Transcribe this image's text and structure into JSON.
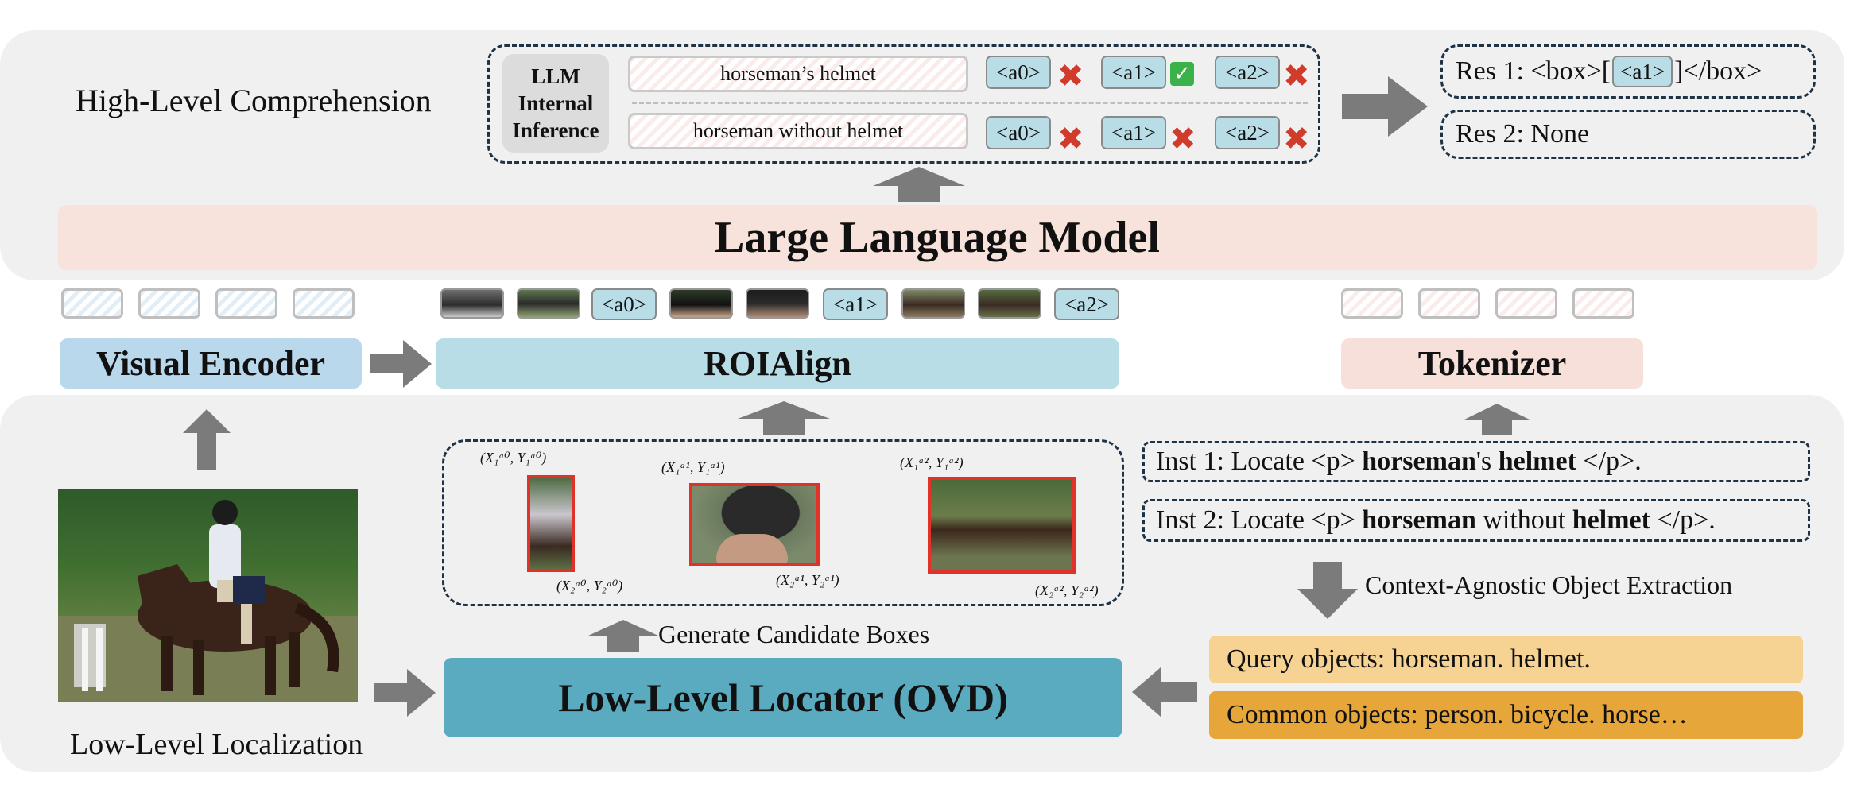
{
  "top": {
    "section_label": "High-Level Comprehension",
    "inference_label": "LLM Internal Inference",
    "queries": [
      "horseman’s helmet",
      "horseman without helmet"
    ],
    "anchors": [
      "<a0>",
      "<a1>",
      "<a2>"
    ],
    "results": {
      "res1_prefix": "Res 1: <box>[",
      "res1_anchor": "<a1>",
      "res1_suffix": "]</box>",
      "res2": "Res 2: None"
    },
    "llm_label": "Large Language Model"
  },
  "middle": {
    "visual_encoder": "Visual Encoder",
    "roialign": "ROIAlign",
    "tokenizer": "Tokenizer",
    "anchor_tokens": [
      "<a0>",
      "<a1>",
      "<a2>"
    ]
  },
  "bottom": {
    "section_label": "Low-Level Localization",
    "locator_label": "Low-Level Locator (OVD)",
    "generate_label": "Generate Candidate Boxes",
    "extraction_label": "Context-Agnostic Object Extraction",
    "inst1": {
      "prefix": "Inst 1: Locate <p> ",
      "b1": "horseman",
      "m1": "'s ",
      "b2": "helmet",
      "suffix": " </p>."
    },
    "inst2": {
      "prefix": "Inst 2: Locate <p> ",
      "b1": "horseman",
      "m1": " without ",
      "b2": "helmet",
      "suffix": " </p>."
    },
    "query_objects": "Query objects: horseman. helmet.",
    "common_objects": "Common objects: person. bicycle. horse…",
    "coords": {
      "a0_top": "(X₁ᵃ⁰, Y₁ᵃ⁰)",
      "a0_bot": "(X₂ᵃ⁰, Y₂ᵃ⁰)",
      "a1_top": "(X₁ᵃ¹, Y₁ᵃ¹)",
      "a1_bot": "(X₂ᵃ¹, Y₂ᵃ¹)",
      "a2_top": "(X₁ᵃ², Y₁ᵃ²)",
      "a2_bot": "(X₂ᵃ², Y₂ᵃ²)"
    }
  },
  "colors": {
    "panel": "#f0f0f0",
    "llm": "#f8e3dc",
    "visual_encoder": "#b9d8ec",
    "roialign": "#b8dde6",
    "tokenizer": "#f8e0da",
    "locator": "#5aabc0",
    "query": "#f6d293",
    "common": "#e6a63a",
    "arrow": "#7b7b7b",
    "cross": "#d13b2b",
    "check": "#3bb14a"
  }
}
